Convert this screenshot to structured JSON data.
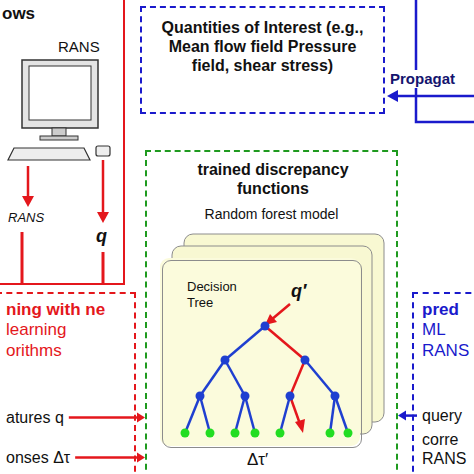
{
  "diagram": {
    "nodes": [
      {
        "text": [
          "ows",
          "RANS",
          "RANS",
          "q"
        ]
      },
      {
        "text": [
          "Quantities of Interest (e.g., Mean flow field Pressure field, shear stress)"
        ]
      },
      {
        "text": [
          "trained discrepancy functions",
          "Random forest model",
          "Δτ′"
        ]
      },
      {
        "text": [
          "Decision Tree",
          "q′"
        ],
        "in": 2
      },
      {
        "text": [
          "ning with ne learning orithms",
          "atures q",
          "onses Δτ"
        ]
      },
      {
        "text": [
          "pred ML RANS",
          "query",
          "corre RANS"
        ]
      }
    ],
    "edges": [
      {
        "from": 4,
        "to": 2,
        "arrow": "to"
      },
      {
        "from": 4,
        "to": 2,
        "arrow": "to"
      },
      {
        "from": 5,
        "to": 2,
        "arrow": "to"
      }
    ],
    "labels": [
      "Propagat"
    ]
  }
}
